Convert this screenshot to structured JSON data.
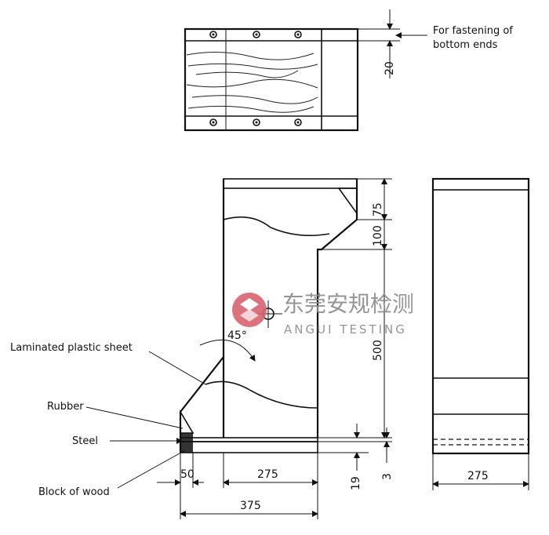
{
  "top_view": {
    "note_line1": "For fastening of",
    "note_line2": "bottom ends",
    "dim_20": "20"
  },
  "front_view": {
    "dim_75": "75",
    "dim_100": "100",
    "dim_500": "500",
    "dim_19": "19",
    "dim_3": "3",
    "dim_50": "50",
    "dim_275": "275",
    "dim_375": "375",
    "angle": "45°"
  },
  "side_view": {
    "dim_275": "275"
  },
  "labels": {
    "laminated": "Laminated plastic sheet",
    "rubber": "Rubber",
    "steel": "Steel",
    "block_of_wood": "Block of wood"
  },
  "watermark": {
    "cn": "东莞安规检测",
    "en": "ANGUI TESTING"
  }
}
